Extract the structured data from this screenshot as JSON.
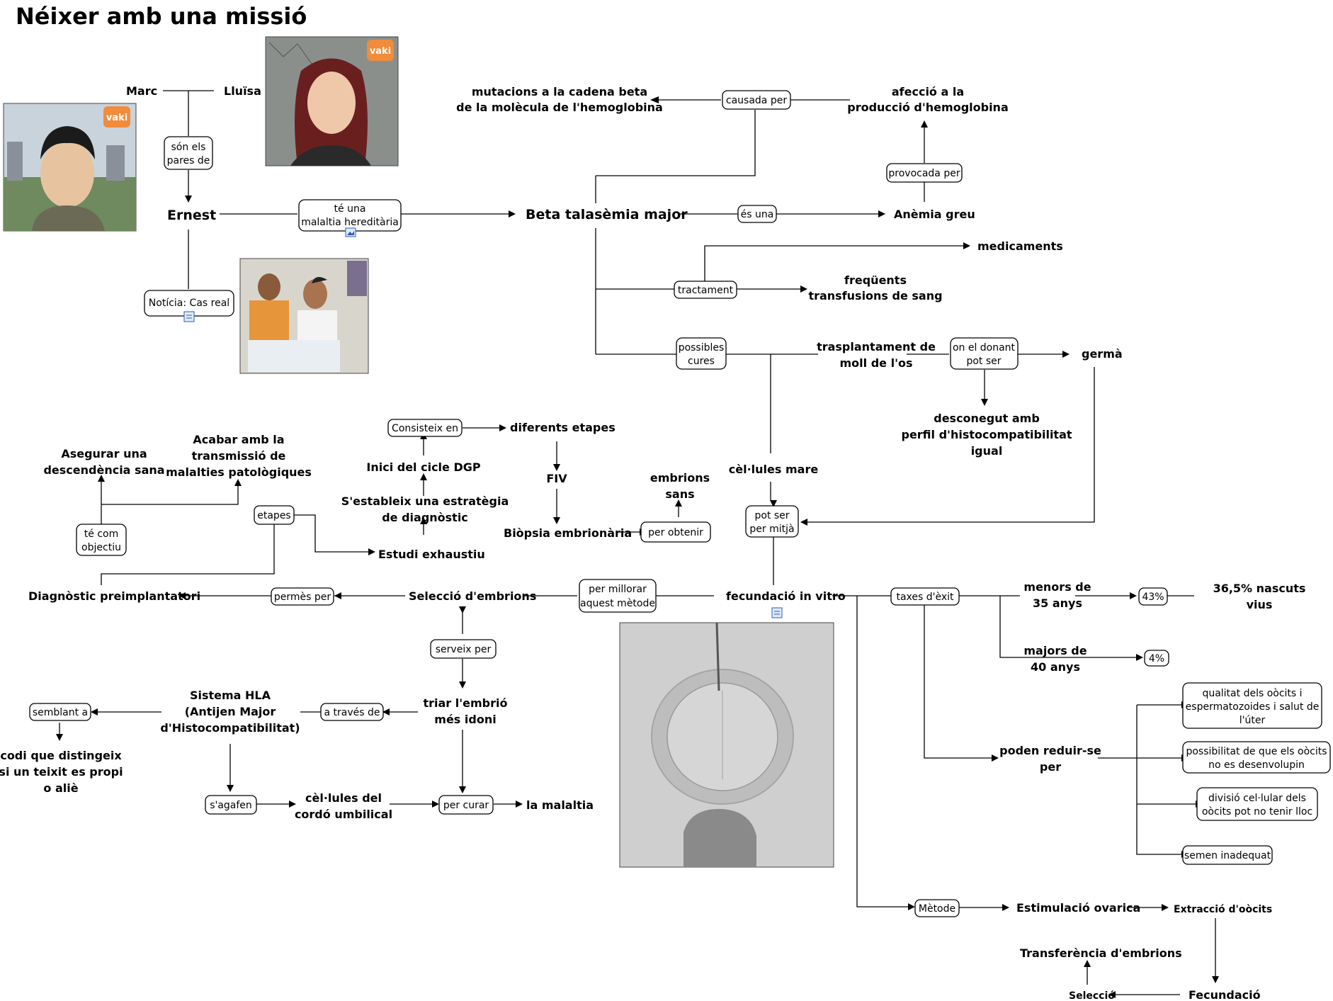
{
  "title": "Néixer amb una missió",
  "concepts": {
    "marc": "Marc",
    "lluisa": "Lluïsa",
    "ernest": "Ernest",
    "beta": "Beta talasèmia major",
    "mutacions_1": "mutacions a la cadena beta",
    "mutacions_2": "de la molècula de l'hemoglobina",
    "afeccio_1": "afecció a la",
    "afeccio_2": "producció d'hemoglobina",
    "anemia": "Anèmia greu",
    "medicaments": "medicaments",
    "transfusions_1": "freqüents",
    "transfusions_2": "transfusions de sang",
    "trasplantament_1": "trasplantament de",
    "trasplantament_2": "moll de l'os",
    "germa": "germà",
    "desconegut_1": "desconegut amb",
    "desconegut_2": "perfil d'histocompatibilitat",
    "desconegut_3": "igual",
    "cellules_mare": "cèl·lules mare",
    "diferents_etapes": "diferents etapes",
    "fiv": "FIV",
    "biopsia": "Biòpsia embrionària",
    "embrions_sans_1": "embrions",
    "embrions_sans_2": "sans",
    "inici_dgp": "Inici del cicle DGP",
    "estrategia_1": "S'estableix una estratègia",
    "estrategia_2": "de diagnòstic",
    "estudi": "Estudi exhaustiu",
    "asegurar_1": "Asegurar una",
    "asegurar_2": "descendència sana",
    "acabar_1": "Acabar amb la",
    "acabar_2": "transmissió de",
    "acabar_3": "malalties patològiques",
    "diagnostic": "Diagnòstic preimplantatori",
    "seleccio_embrions": "Selecció d'embrions",
    "fecundacio": "fecundació in vitro",
    "menors_1": "menors de",
    "menors_2": "35 anys",
    "majors_1": "majors de",
    "majors_2": "40 anys",
    "nascuts_1": "36,5% nascuts",
    "nascuts_2": "vius",
    "poden_1": "poden reduir-se",
    "poden_2": "per",
    "sistema_1": "Sistema HLA",
    "sistema_2": "(Antijen Major",
    "sistema_3": "d'Histocompatibilitat)",
    "triar_1": "triar l'embrió",
    "triar_2": "més idoni",
    "codi_1": "codi que distingeix",
    "codi_2": "si un teixit es propi",
    "codi_3": "o aliè",
    "cordo_1": "cèl·lules del",
    "cordo_2": "cordó umbilical",
    "malaltia": "la malaltia",
    "estimulacio": "Estimulació ovarica",
    "extraccio": "Extracció d'oòcits",
    "transferencia": "Transferència d'embrions",
    "fecundacio2": "Fecundació",
    "seleccio2": "Selecció"
  },
  "links": {
    "son_els_1": "són els",
    "son_els_2": "pares de",
    "te_una_1": "té una",
    "te_una_2": "malaltia hereditària",
    "noticia": "Notícia: Cas real",
    "causada": "causada per",
    "provocada": "provocada per",
    "es_una": "és una",
    "tractament": "tractament",
    "possibles_1": "possibles",
    "possibles_2": "cures",
    "on_donant_1": "on el donant",
    "on_donant_2": "pot ser",
    "consisteix": "Consisteix en",
    "per_obtenir": "per obtenir",
    "pot_ser_1": "pot ser",
    "pot_ser_2": "per mitjà",
    "etapes": "etapes",
    "te_com_1": "té com",
    "te_com_2": "objectiu",
    "permes": "permès per",
    "per_millorar_1": "per millorar",
    "per_millorar_2": "aquest mètode",
    "taxes": "taxes d'èxit",
    "pct43": "43%",
    "pct4": "4%",
    "qualitat_1": "qualitat dels oòcits i",
    "qualitat_2": "espermatozoides i salut de",
    "qualitat_3": "l'úter",
    "possibilitat_1": "possibilitat de que els oòcits",
    "possibilitat_2": "no es desenvolupin",
    "divisio_1": "divisió cel·lular dels",
    "divisio_2": "oòcits pot no tenir lloc",
    "semen": "semen inadequat",
    "serveix": "serveix per",
    "a_traves": "a través de",
    "semblant": "semblant a",
    "agafen": "s'agafen",
    "per_curar": "per curar",
    "metode": "Mètode"
  },
  "badges": {
    "vaki_1": "vaki",
    "vaki_2": "vaki"
  },
  "icons": [
    "photo-attachment-icon",
    "document-attachment-icon"
  ],
  "colors": {
    "line": "#000000",
    "node_fill": "#ffffff",
    "badge": "#f08c3c"
  }
}
